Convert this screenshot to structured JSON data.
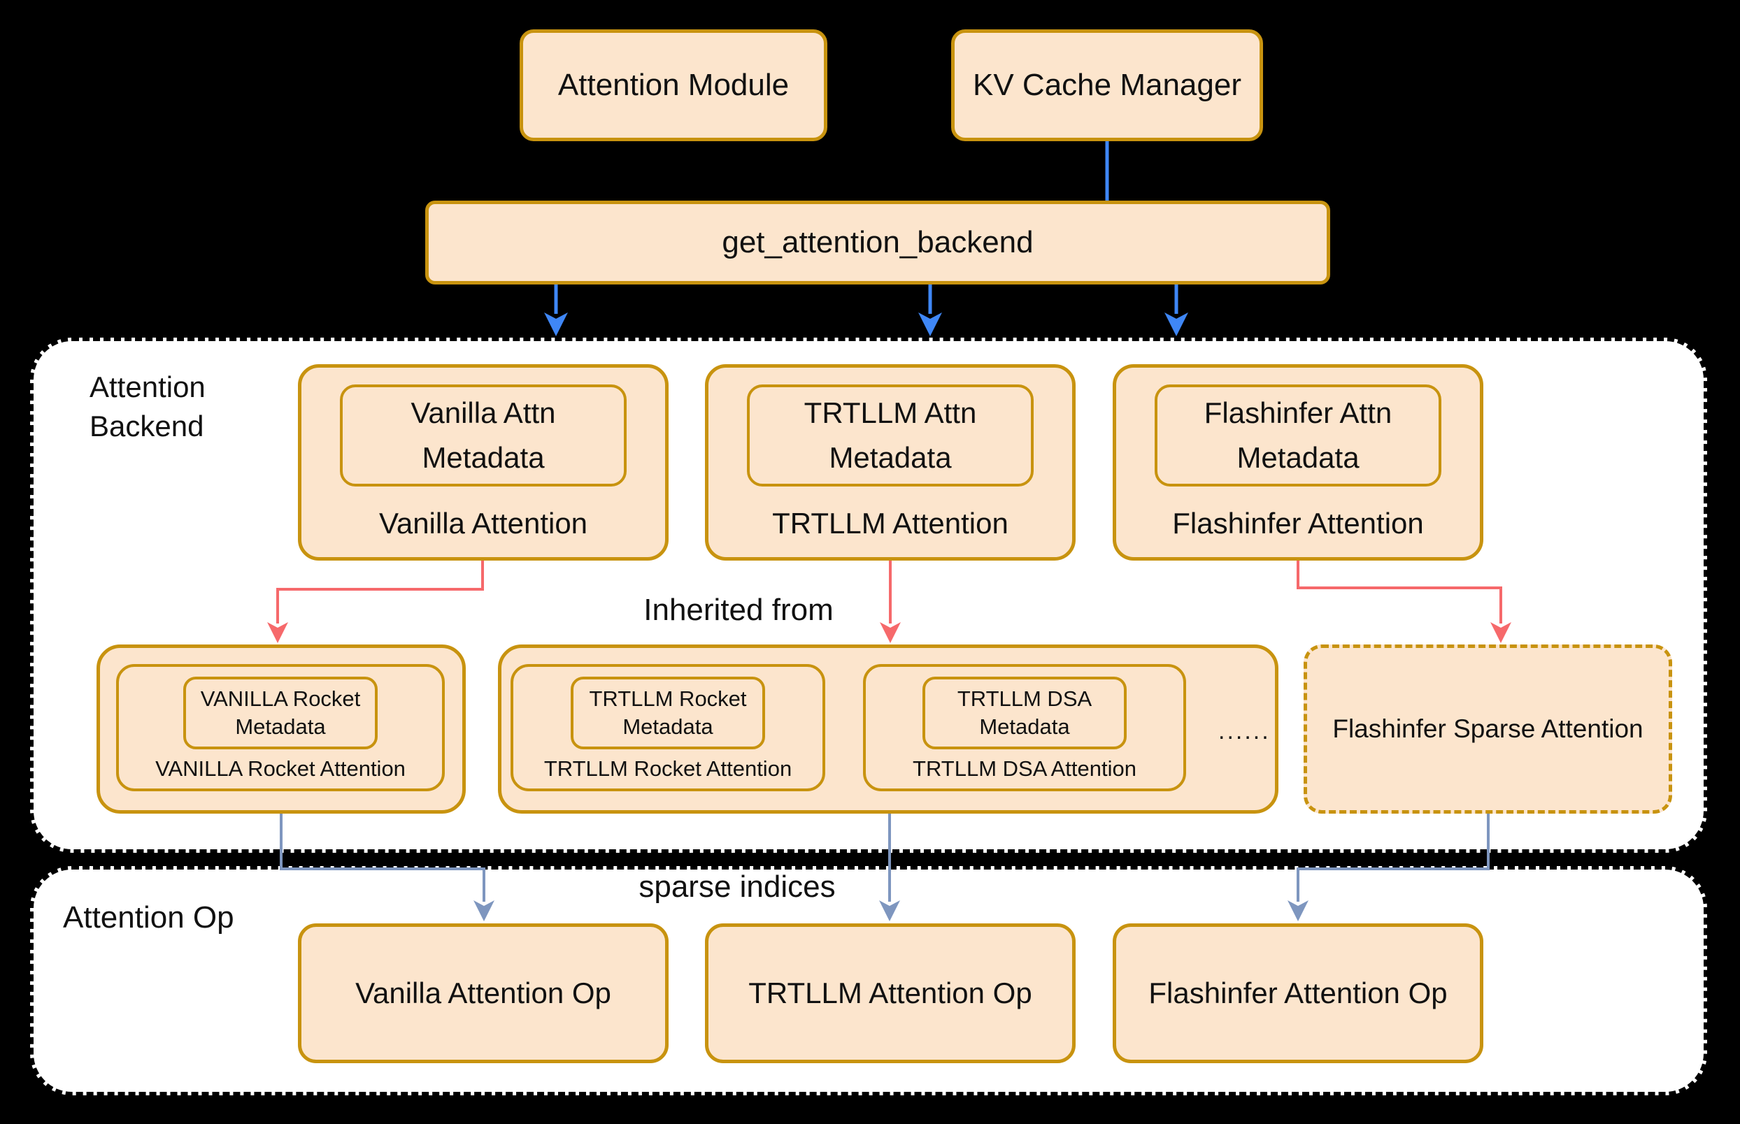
{
  "top": {
    "attention_module": "Attention Module",
    "kv_cache_manager": "KV Cache Manager",
    "get_attention_backend": "get_attention_backend"
  },
  "backend": {
    "label_line1": "Attention",
    "label_line2": "Backend",
    "inherited_from": "Inherited from",
    "tier1": [
      {
        "meta1": "Vanilla Attn",
        "meta2": "Metadata",
        "label": "Vanilla Attention"
      },
      {
        "meta1": "TRTLLM Attn",
        "meta2": "Metadata",
        "label": "TRTLLM Attention"
      },
      {
        "meta1": "Flashinfer Attn",
        "meta2": "Metadata",
        "label": "Flashinfer Attention"
      }
    ],
    "tier2": {
      "vanilla_rocket": {
        "meta1": "VANILLA Rocket",
        "meta2": "Metadata",
        "label": "VANILLA Rocket Attention"
      },
      "trtllm_rocket": {
        "meta1": "TRTLLM Rocket",
        "meta2": "Metadata",
        "label": "TRTLLM Rocket Attention"
      },
      "trtllm_dsa": {
        "meta1": "TRTLLM DSA",
        "meta2": "Metadata",
        "label": "TRTLLM DSA Attention"
      },
      "ellipsis": "......",
      "flashinfer_sparse": "Flashinfer Sparse Attention"
    }
  },
  "op": {
    "label": "Attention Op",
    "sparse_indices": "sparse indices",
    "items": [
      "Vanilla Attention Op",
      "TRTLLM Attention Op",
      "Flashinfer Attention Op"
    ]
  },
  "colors": {
    "canvas_bg": "#000000",
    "panel_bg": "#FFFFFF",
    "box_fill": "#FCE5CD",
    "box_border": "#C8930F",
    "arrow_blue": "#3F87F6",
    "arrow_red": "#F6696B",
    "arrow_slate": "#7E96BF"
  }
}
